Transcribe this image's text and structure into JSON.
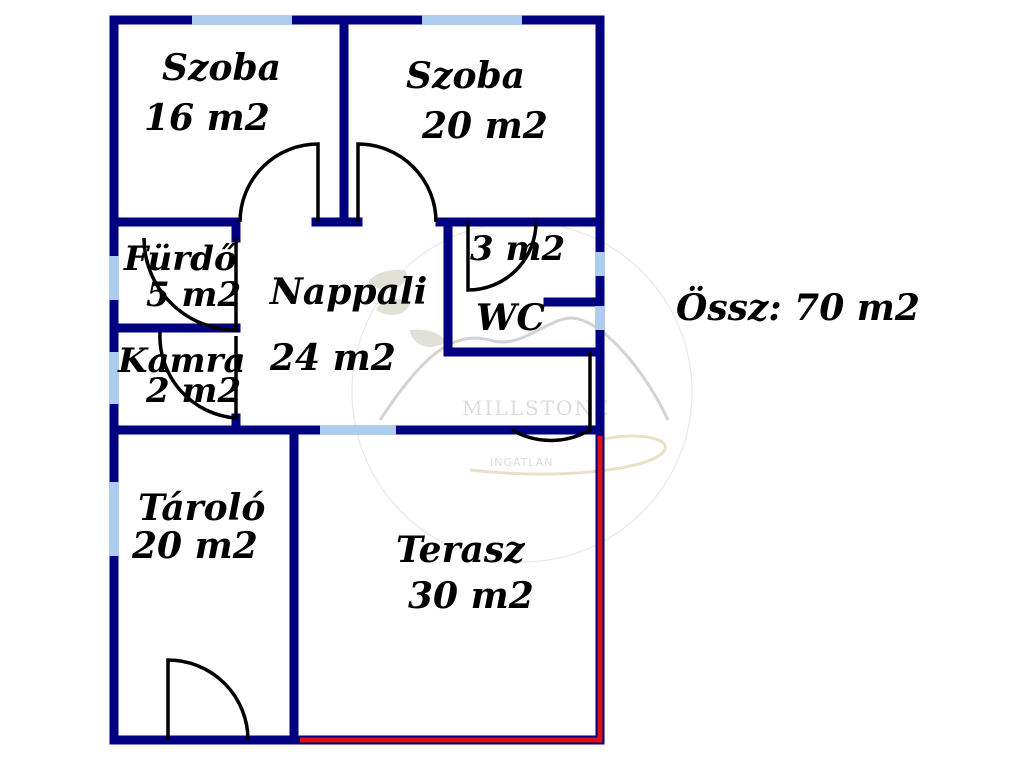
{
  "colors": {
    "wall": "#000080",
    "window": "#aecdee",
    "terrace_edge": "#dd1111",
    "door": "#000000",
    "label": "#000000",
    "watermark": "#bdbdbd"
  },
  "rooms": {
    "szoba_1": {
      "name": "Szoba",
      "area": "16 m2"
    },
    "szoba_2": {
      "name": "Szoba",
      "area": "20 m2"
    },
    "furdo": {
      "name": "Fürdő",
      "area": "5 m2"
    },
    "nappali": {
      "name": "Nappali",
      "area": "24 m2"
    },
    "wc": {
      "name": "WC",
      "area": "3 m2"
    },
    "kamra": {
      "name": "Kamra",
      "area": "2 m2"
    },
    "tarolo": {
      "name": "Tároló",
      "area": "20 m2"
    },
    "terasz": {
      "name": "Terasz",
      "area": "30 m2"
    }
  },
  "total": "Össz: 70 m2",
  "watermark": {
    "brand": "MILLSTONE",
    "tagline": "INGATLAN",
    "logo": "millstone-logo"
  }
}
